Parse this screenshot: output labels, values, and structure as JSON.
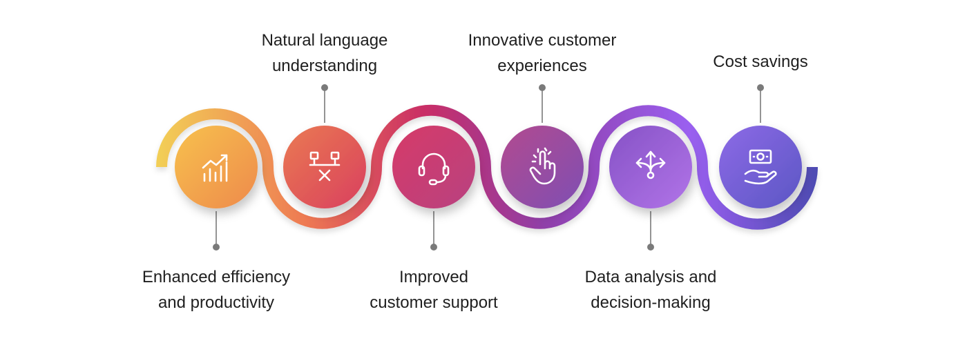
{
  "steps": [
    {
      "lines": [
        "Enhanced efficiency",
        "and productivity"
      ],
      "icon": "growth-chart-icon",
      "color_a": "#f7c14e",
      "color_b": "#ee8a4c"
    },
    {
      "lines": [
        "Natural language",
        "understanding"
      ],
      "icon": "language-network-icon",
      "color_a": "#ea7a52",
      "color_b": "#d9405e"
    },
    {
      "lines": [
        "Improved",
        "customer support"
      ],
      "icon": "headset-icon",
      "color_a": "#d63a68",
      "color_b": "#b84280"
    },
    {
      "lines": [
        "Innovative customer",
        "experiences"
      ],
      "icon": "touch-hand-icon",
      "color_a": "#b24b8f",
      "color_b": "#7f4fb3"
    },
    {
      "lines": [
        "Data analysis and",
        "decision-making"
      ],
      "icon": "decision-arrows-icon",
      "color_a": "#8652c6",
      "color_b": "#b174e8"
    },
    {
      "lines": [
        "Cost savings"
      ],
      "icon": "money-hand-icon",
      "color_a": "#8d6ae6",
      "color_b": "#5b56c4"
    }
  ],
  "colors": {
    "ribbon_start": "#f2ce57",
    "ribbon_mid1": "#ee7a52",
    "ribbon_mid2": "#c92d66",
    "ribbon_mid3": "#8f3fa8",
    "ribbon_mid4": "#9a5ff0",
    "ribbon_end": "#4b4bb0",
    "connector": "#7a7a7a"
  }
}
